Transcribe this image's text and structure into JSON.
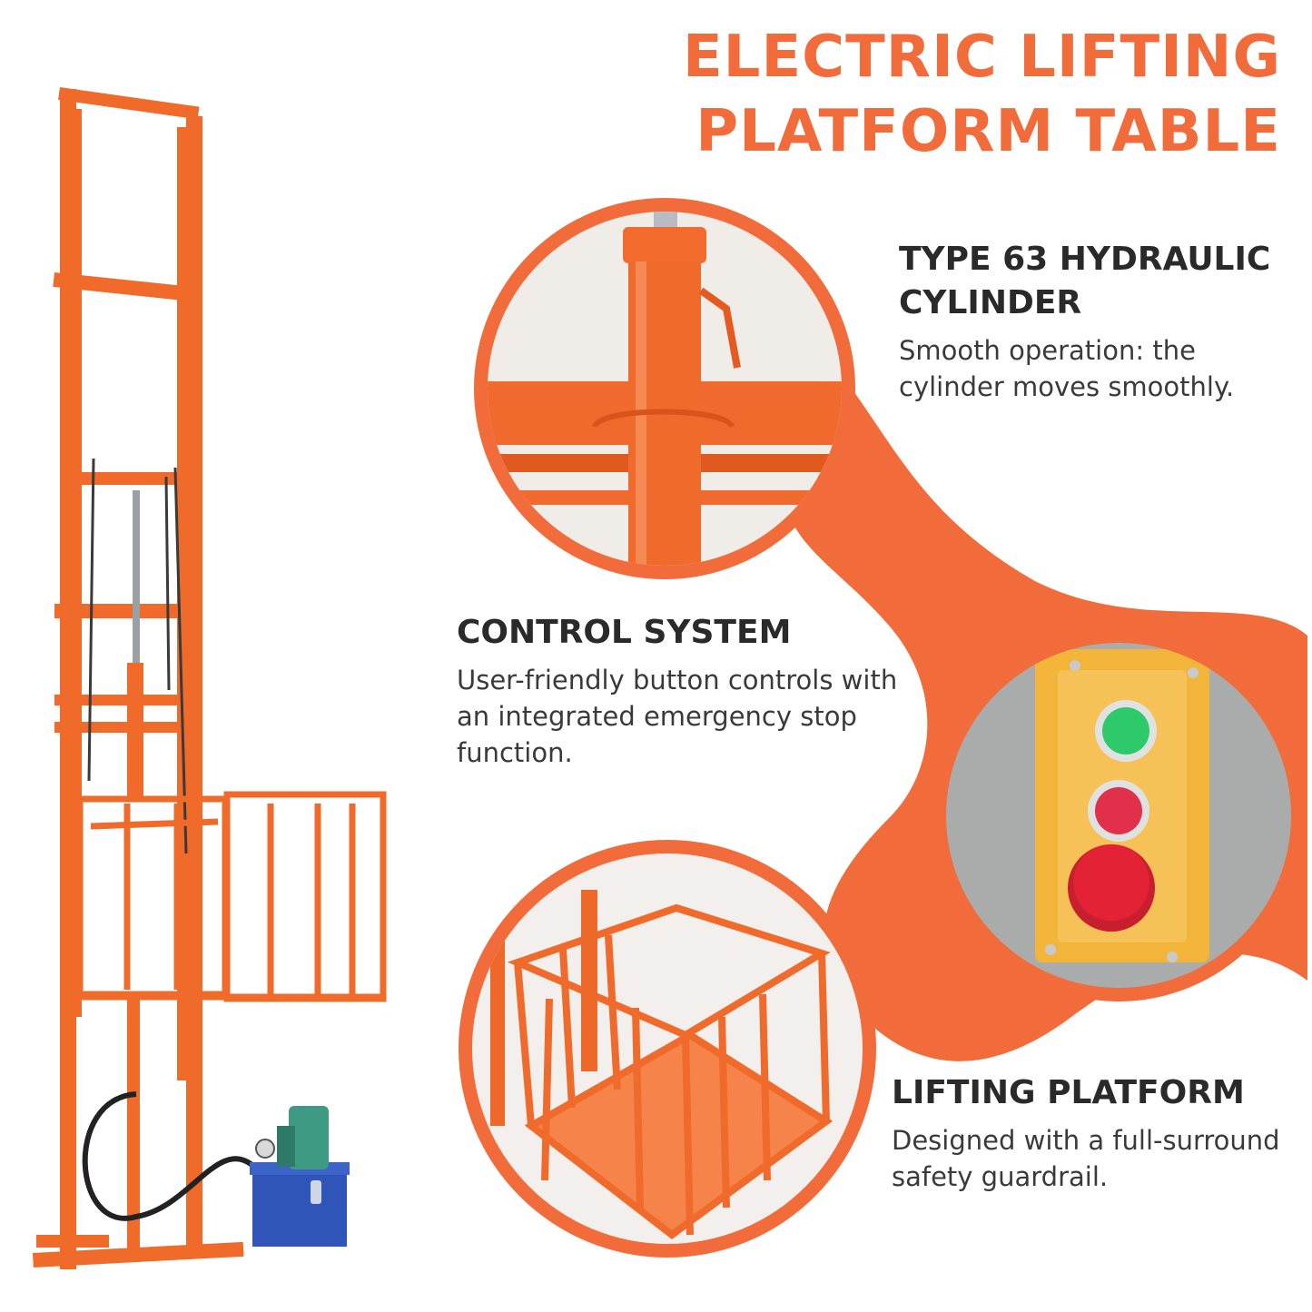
{
  "title": {
    "line1": "ELECTRIC LIFTING",
    "line2": "PLATFORM TABLE"
  },
  "features": [
    {
      "heading_line1": "TYPE 63 HYDRAULIC",
      "heading_line2": "CYLINDER",
      "desc_line1": "Smooth operation: the",
      "desc_line2": "cylinder moves smoothly."
    },
    {
      "heading_line1": "CONTROL SYSTEM",
      "desc_line1": "User-friendly button controls with",
      "desc_line2": "an integrated emergency stop",
      "desc_line3": "function."
    },
    {
      "heading_line1": "LIFTING PLATFORM",
      "desc_line1": "Designed with a full-surround",
      "desc_line2": "safety guardrail."
    }
  ],
  "colors": {
    "brand_orange": "#f26b3a",
    "frame_orange": "#f26a2a",
    "motor_blue": "#2f55b8",
    "button_green": "#2dc96a",
    "button_red": "#e32236",
    "control_box_yellow": "#f3b43a"
  }
}
